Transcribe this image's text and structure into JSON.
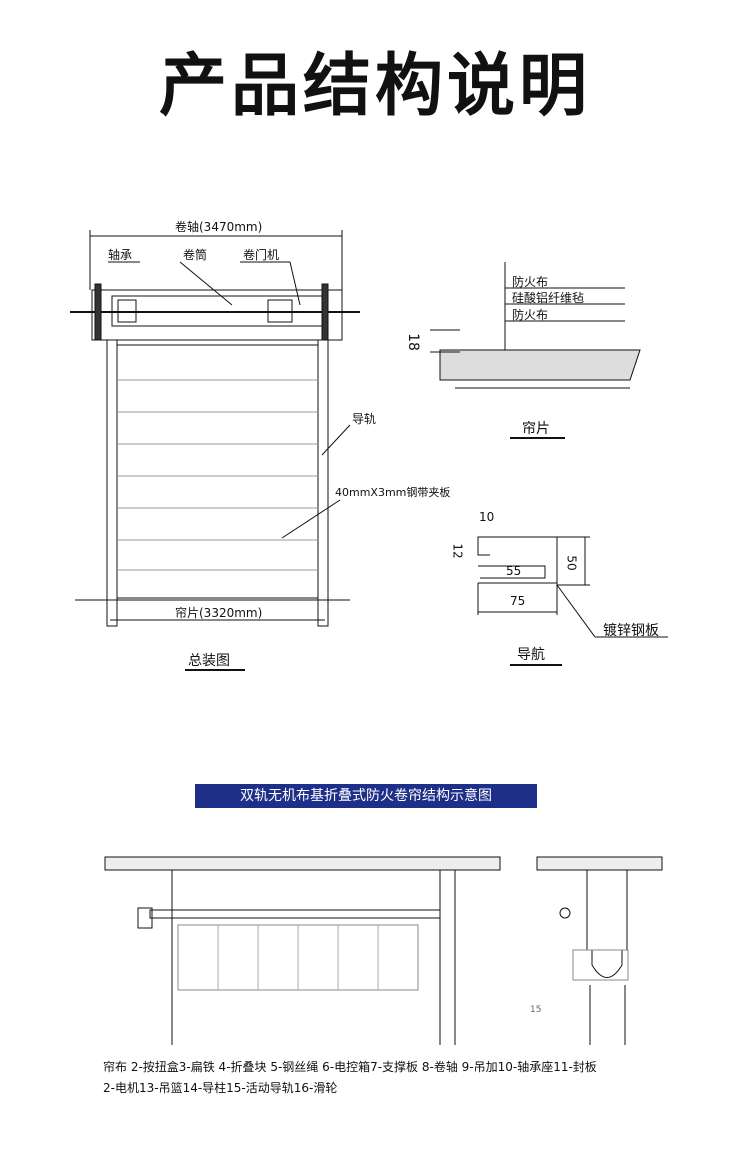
{
  "title": "产品结构说明",
  "assembly": {
    "shaft_dim": "卷轴(3470mm)",
    "bearing": "轴承",
    "drum": "卷筒",
    "motor": "卷门机",
    "rail": "导轨",
    "slat_plate": "40mmX3mm钢带夹板",
    "curtain_dim": "帘片(3320mm)",
    "caption": "总装图"
  },
  "curtain": {
    "layer1": "防火布",
    "layer2": "硅酸铝纤维毡",
    "layer3": "防火布",
    "thickness": "18",
    "caption": "帘片"
  },
  "guide": {
    "dim_10": "10",
    "dim_12": "12",
    "dim_55": "55",
    "dim_50": "50",
    "dim_75": "75",
    "material": "镀锌钢板",
    "caption": "导航"
  },
  "structure": {
    "banner": "双轨无机布基折叠式防火卷帘结构示意图",
    "legend_line1": "帘布 2-按扭盒3-扁铁 4-折叠块 5-钢丝绳 6-电控箱7-支撑板 8-卷轴 9-吊加10-轴承座11-封板",
    "legend_line2": "2-电机13-吊篮14-导柱15-活动导轨16-滑轮",
    "side_label": "15"
  },
  "colors": {
    "banner": "#1e2f8a"
  }
}
